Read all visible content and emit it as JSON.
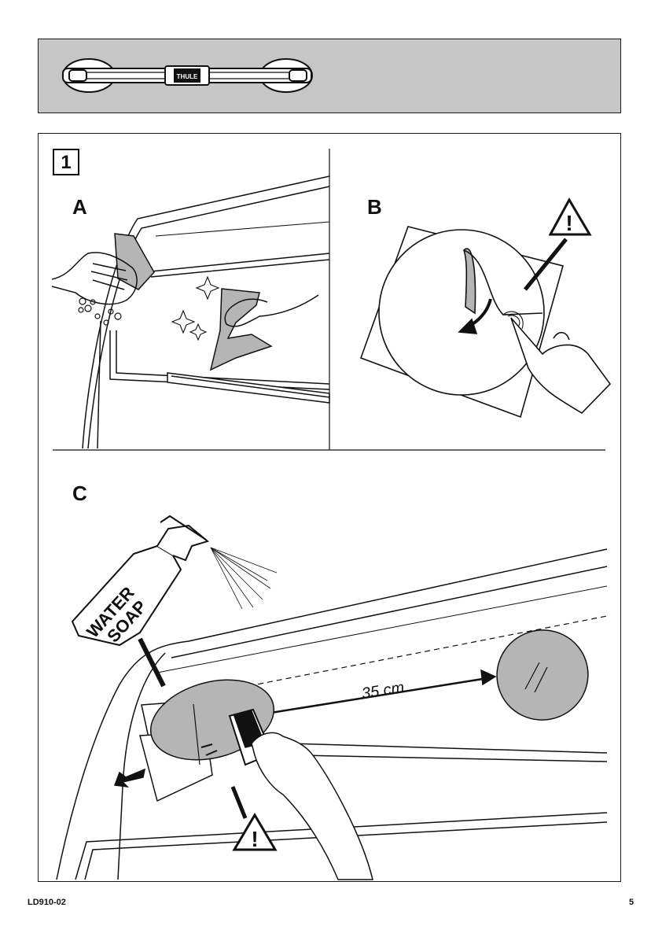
{
  "header": {
    "product_name": "THULE"
  },
  "step": {
    "number": "1"
  },
  "panels": {
    "a": {
      "label": "A"
    },
    "b": {
      "label": "B"
    },
    "c": {
      "label": "C",
      "bottle_text_line1": "WATER",
      "bottle_text_line2": "SOAP",
      "distance": "35 cm"
    }
  },
  "warnings": {
    "symbol": "!"
  },
  "footer": {
    "doc_code": "LD910-02",
    "page_number": "5"
  },
  "colors": {
    "band_gray": "#c6c6c6",
    "pad_gray": "#b5b5b5",
    "line": "#111111"
  }
}
